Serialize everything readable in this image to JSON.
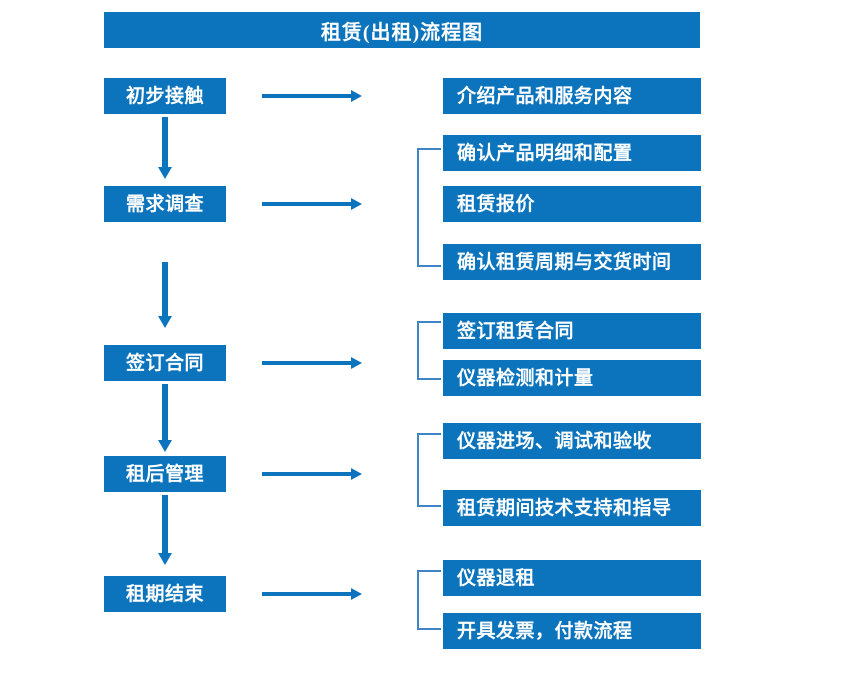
{
  "diagram": {
    "title": "租赁(出租)流程图",
    "accent_color": "#0c74bd",
    "bracket_color": "#3f85c6",
    "background_color": "#ffffff",
    "text_color": "#ffffff",
    "stages": [
      {
        "label": "初步接触"
      },
      {
        "label": "需求调查"
      },
      {
        "label": "签订合同"
      },
      {
        "label": "租后管理"
      },
      {
        "label": "租期结束"
      }
    ],
    "details": [
      {
        "label": "介绍产品和服务内容"
      },
      {
        "label": "确认产品明细和配置"
      },
      {
        "label": "租赁报价"
      },
      {
        "label": "确认租赁周期与交货时间"
      },
      {
        "label": "签订租赁合同"
      },
      {
        "label": "仪器检测和计量"
      },
      {
        "label": "仪器进场、调试和验收"
      },
      {
        "label": "租赁期间技术支持和指导"
      },
      {
        "label": "仪器退租"
      },
      {
        "label": "开具发票，付款流程"
      }
    ]
  }
}
